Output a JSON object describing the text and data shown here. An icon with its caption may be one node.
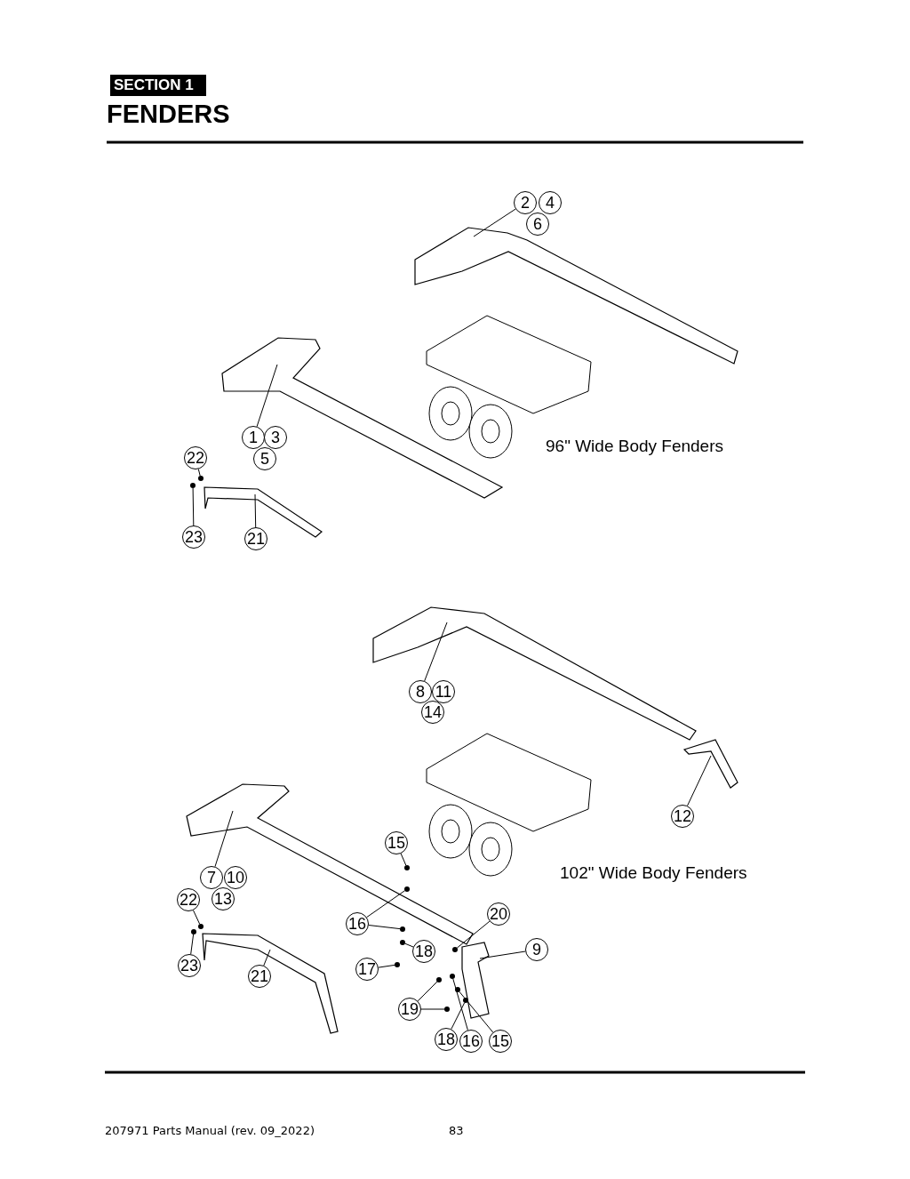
{
  "diagram": {
    "title": "FENDERS",
    "nodes": [
      {
        "text": [
          "2"
        ]
      },
      {
        "text": [
          "4"
        ]
      },
      {
        "text": [
          "6"
        ]
      },
      {
        "text": [],
        "shape": "picture"
      },
      {
        "text": [],
        "shape": "picture"
      },
      {
        "text": [
          "1"
        ]
      },
      {
        "text": [
          "3"
        ]
      },
      {
        "text": [
          "5"
        ]
      },
      {
        "text": [
          "22"
        ]
      },
      {
        "text": [],
        "shape": "picture"
      },
      {
        "text": [
          "23"
        ]
      },
      {
        "text": [
          "21"
        ]
      },
      {
        "text": [],
        "shape": "picture"
      },
      {
        "text": [
          "8"
        ]
      },
      {
        "text": [
          "11"
        ]
      },
      {
        "text": [
          "14"
        ]
      },
      {
        "text": [],
        "shape": "picture"
      },
      {
        "text": [
          "12"
        ]
      },
      {
        "text": [],
        "shape": "picture"
      },
      {
        "text": [
          "15"
        ]
      },
      {
        "text": [
          "7"
        ]
      },
      {
        "text": [
          "10"
        ]
      },
      {
        "text": [
          "13"
        ]
      },
      {
        "text": [
          "22"
        ]
      },
      {
        "text": [
          "16"
        ]
      },
      {
        "text": [
          "20"
        ]
      },
      {
        "text": [
          "9"
        ]
      },
      {
        "text": [],
        "shape": "picture"
      },
      {
        "text": [],
        "shape": "picture"
      },
      {
        "text": [
          "23"
        ]
      },
      {
        "text": [
          "17"
        ]
      },
      {
        "text": [
          "18"
        ]
      },
      {
        "text": [
          "21"
        ]
      },
      {
        "text": [
          "19"
        ]
      },
      {
        "text": [
          "18"
        ]
      },
      {
        "text": [
          "16"
        ]
      },
      {
        "text": [
          "15"
        ]
      },
      {
        "text": [],
        "shape": "circle"
      },
      {
        "text": [],
        "shape": "circle"
      },
      {
        "text": [],
        "shape": "circle"
      },
      {
        "text": [],
        "shape": "circle"
      },
      {
        "text": [],
        "shape": "circle"
      },
      {
        "text": [],
        "shape": "circle"
      },
      {
        "text": [],
        "shape": "circle"
      },
      {
        "text": [],
        "shape": "circle"
      },
      {
        "text": [],
        "shape": "circle"
      },
      {
        "text": [],
        "shape": "circle"
      },
      {
        "text": [],
        "shape": "circle"
      },
      {
        "text": [],
        "shape": "circle"
      },
      {
        "text": [],
        "shape": "circle"
      },
      {
        "text": [],
        "shape": "circle"
      },
      {
        "text": [],
        "shape": "circle"
      }
    ],
    "edges": [
      {
        "from": 0,
        "to": 3,
        "arrow": "none"
      },
      {
        "from": 5,
        "to": 4,
        "arrow": "none"
      },
      {
        "from": 8,
        "to": 37,
        "arrow": "none"
      },
      {
        "from": 10,
        "to": 38,
        "arrow": "none"
      },
      {
        "from": 11,
        "to": 9,
        "arrow": "none"
      },
      {
        "from": 13,
        "to": 12,
        "arrow": "none"
      },
      {
        "from": 17,
        "to": 16,
        "arrow": "none"
      },
      {
        "from": 20,
        "to": 18,
        "arrow": "none"
      },
      {
        "from": 19,
        "to": 39,
        "arrow": "none"
      },
      {
        "from": 23,
        "to": 40,
        "arrow": "none"
      },
      {
        "from": 24,
        "to": 41,
        "arrow": "none"
      },
      {
        "from": 24,
        "to": 42,
        "arrow": "none"
      },
      {
        "from": 25,
        "to": 43,
        "arrow": "none"
      },
      {
        "from": 26,
        "to": 27,
        "arrow": "none"
      },
      {
        "from": 29,
        "to": 44,
        "arrow": "none"
      },
      {
        "from": 30,
        "to": 45,
        "arrow": "none"
      },
      {
        "from": 31,
        "to": 46,
        "arrow": "none"
      },
      {
        "from": 32,
        "to": 28,
        "arrow": "none"
      },
      {
        "from": 33,
        "to": 47,
        "arrow": "none"
      },
      {
        "from": 33,
        "to": 48,
        "arrow": "none"
      },
      {
        "from": 34,
        "to": 49,
        "arrow": "none"
      },
      {
        "from": 35,
        "to": 50,
        "arrow": "none"
      },
      {
        "from": 36,
        "to": 51,
        "arrow": "none"
      }
    ],
    "labels": [
      "SECTION 1",
      "96\" Wide Body Fenders",
      "102\" Wide Body Fenders",
      "207971 Parts Manual (rev. 09_2022)",
      "83"
    ]
  }
}
